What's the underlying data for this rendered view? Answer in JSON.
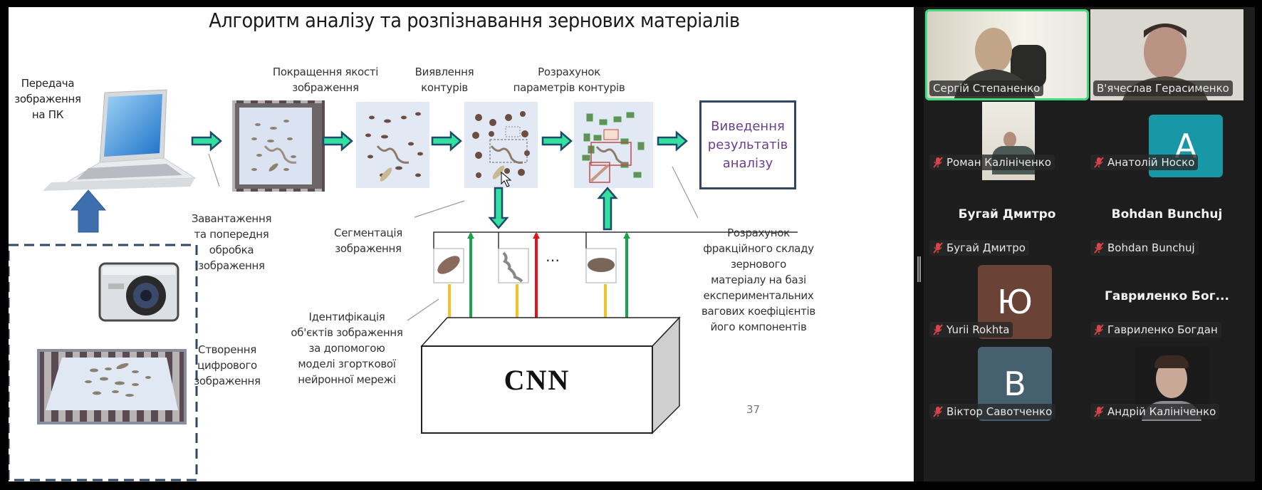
{
  "slide": {
    "title": "Алгоритм аналізу та розпізнавання зернових матеріалів",
    "page_number": "37",
    "labels": {
      "transfer_to_pc": "Передача\nзображення\nна ПК",
      "quality_improvement": "Покращення якості\nзображення",
      "contour_detection": "Виявлення\nконтурів",
      "contour_params": "Розрахунок\nпараметрів контурів",
      "loading_preprocessing": "Завантаження\nта попередня\nобробка\nзображення",
      "segmentation": "Сегментація\nзображення",
      "identification": "Ідентифікація\nоб'єктів зображення\nза допомогою\nмоделі згорткової\nнейронної мережі",
      "digital_image_creation": "Створення\nцифрового\nзображення",
      "fraction_calc": "Розрахунок\nфракційного складу\nзернового\nматеріалу на базі\nекспериментальних\nвагових коефіцієнтів\nйого компонентів"
    },
    "result_box": "Виведення\nрезультатів\nаналізу",
    "cnn_label": "CNN",
    "ellipsis": "…",
    "colors": {
      "flow_arrow_fill": "#33e0a0",
      "flow_arrow_stroke": "#1f4a6a",
      "upload_arrow": "#3d6fae",
      "input_arrow": "#f2c12e",
      "ok_arrow": "#1aa34a",
      "reject_arrow": "#e0141a",
      "result_text": "#6a3e8c",
      "dashed_border": "#2f4760"
    }
  },
  "gallery": {
    "participants": [
      {
        "name": "Сергій Степаненко",
        "type": "video",
        "active": true,
        "muted": false
      },
      {
        "name": "В'ячеслав Герасименко",
        "type": "video",
        "active": false,
        "muted": false
      },
      {
        "name": "Роман Калініченко",
        "type": "video",
        "active": false,
        "muted": true
      },
      {
        "name": "Анатолій Носко",
        "type": "avatar",
        "initial": "A",
        "avatar_color": "#1897a6",
        "muted": true
      },
      {
        "name": "Бугай Дмитро",
        "display_name": "Бугай Дмитро",
        "type": "name-only",
        "muted": true
      },
      {
        "name": "Bohdan Bunchuj",
        "display_name": "Bohdan Bunchuj",
        "type": "name-only",
        "muted": true
      },
      {
        "name": "Yurii Rokhta",
        "type": "avatar",
        "initial": "Ю",
        "avatar_color": "#6a4236",
        "muted": true
      },
      {
        "name": "Гавриленко Богдан",
        "display_name": "Гавриленко  Бог...",
        "type": "name-only",
        "muted": true
      },
      {
        "name": "Віктор Савотченко",
        "type": "avatar",
        "initial": "B",
        "avatar_color": "#46606f",
        "muted": true
      },
      {
        "name": "Андрій Калініченко",
        "type": "video",
        "active": false,
        "muted": true
      }
    ],
    "active_speaker_color": "#3ddc7e"
  }
}
